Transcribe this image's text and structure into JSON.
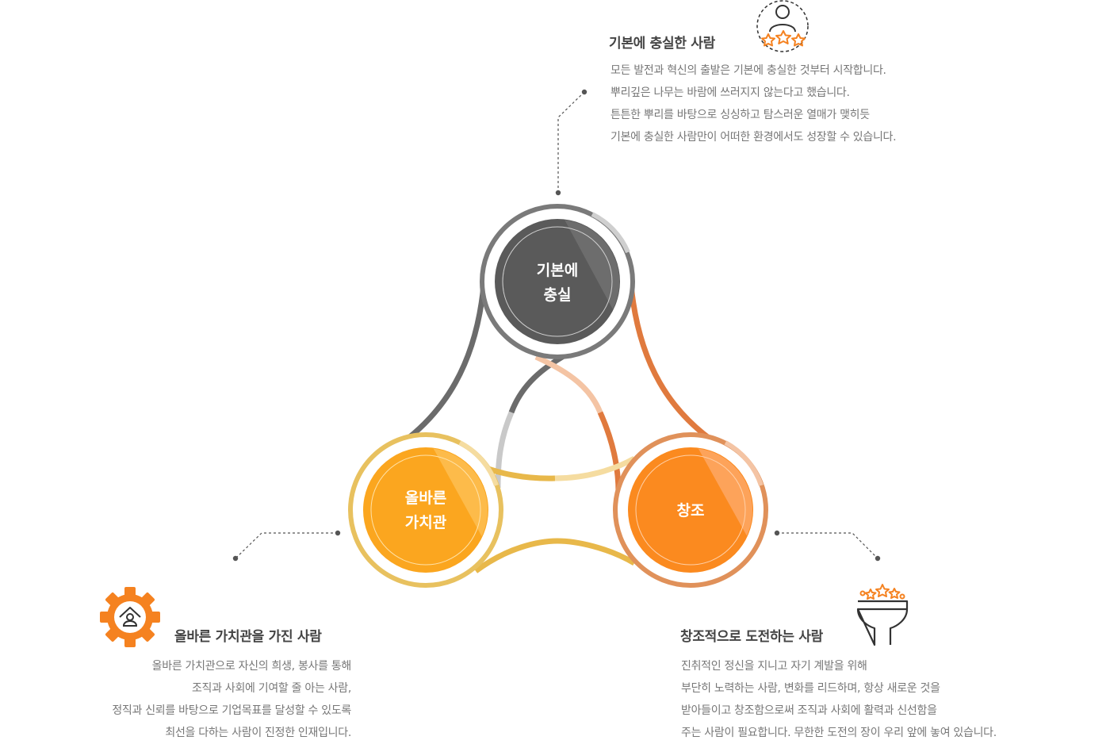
{
  "nodes": {
    "top": {
      "line1": "기본에",
      "line2": "충실",
      "color": "#5a5a5a"
    },
    "left": {
      "line1": "올바른",
      "line2": "가치관",
      "color": "#fba61f"
    },
    "right": {
      "label": "창조",
      "color": "#fb8a1f"
    }
  },
  "sections": {
    "top": {
      "title": "기본에 충실한 사람",
      "icon": "person-stars-icon",
      "lines": [
        "모든 발전과 혁신의 출발은 기본에 충실한 것부터 시작합니다.",
        "뿌리깊은 나무는 바람에 쓰러지지 않는다고 했습니다.",
        "튼튼한 뿌리를 바탕으로 싱싱하고 탐스러운 열매가 맺히듯",
        "기본에 충실한 사람만이 어떠한 환경에서도 성장할 수 있습니다."
      ]
    },
    "left": {
      "title": "올바른 가치관을 가진 사람",
      "icon": "gear-person-icon",
      "lines": [
        "올바른 가치관으로 자신의 희생, 봉사를 통해",
        "조직과 사회에 기여할 줄 아는 사람,",
        "정직과 신뢰를 바탕으로 기업목표를 달성할 수 있도록",
        "최선을 다하는 사람이 진정한 인재입니다."
      ]
    },
    "right": {
      "title": "창조적으로 도전하는 사람",
      "icon": "funnel-stars-icon",
      "lines": [
        "진취적인 정신을 지니고 자기 계발을 위해",
        "부단히 노력하는 사람, 변화를 리드하며, 항상 새로운 것을",
        "받아들이고 창조함으로써 조직과 사회에 활력과 신선함을",
        "주는 사람이 필요합니다. 무한한 도전의 장이 우리 앞에 놓여 있습니다."
      ]
    }
  },
  "colors": {
    "gray_ring": "#6b6b6b",
    "gray_light": "#c9c9c9",
    "yellow_ring": "#e8b84a",
    "yellow_light": "#f5dca0",
    "orange_ring": "#e07a3e",
    "orange_light": "#f4c4a4",
    "icon_orange": "#f58220"
  }
}
